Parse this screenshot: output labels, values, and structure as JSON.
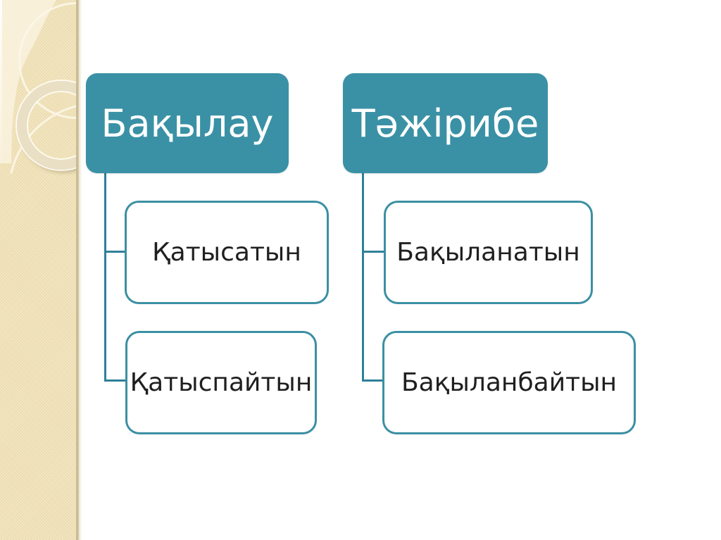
{
  "diagram": {
    "columns": [
      {
        "header": {
          "label": "Бақылау"
        },
        "children": [
          {
            "label": "Қатысатын"
          },
          {
            "label": "Қатыспайтын"
          }
        ]
      },
      {
        "header": {
          "label": "Тәжірибе"
        },
        "children": [
          {
            "label": "Бақыланатын"
          },
          {
            "label": "Бақыланбайтын"
          }
        ]
      }
    ]
  },
  "colors": {
    "header_fill": "#3A91A5",
    "header_text": "#FFFFFF",
    "child_fill": "#FFFFFF",
    "child_border": "#3C8FA3",
    "child_text": "#1F1F1F",
    "connector": "#2F8098",
    "sidebar_base": "#F0E1B6",
    "sidebar_ring": "#E9DFC5",
    "slide_background": "#FFFFFF"
  }
}
